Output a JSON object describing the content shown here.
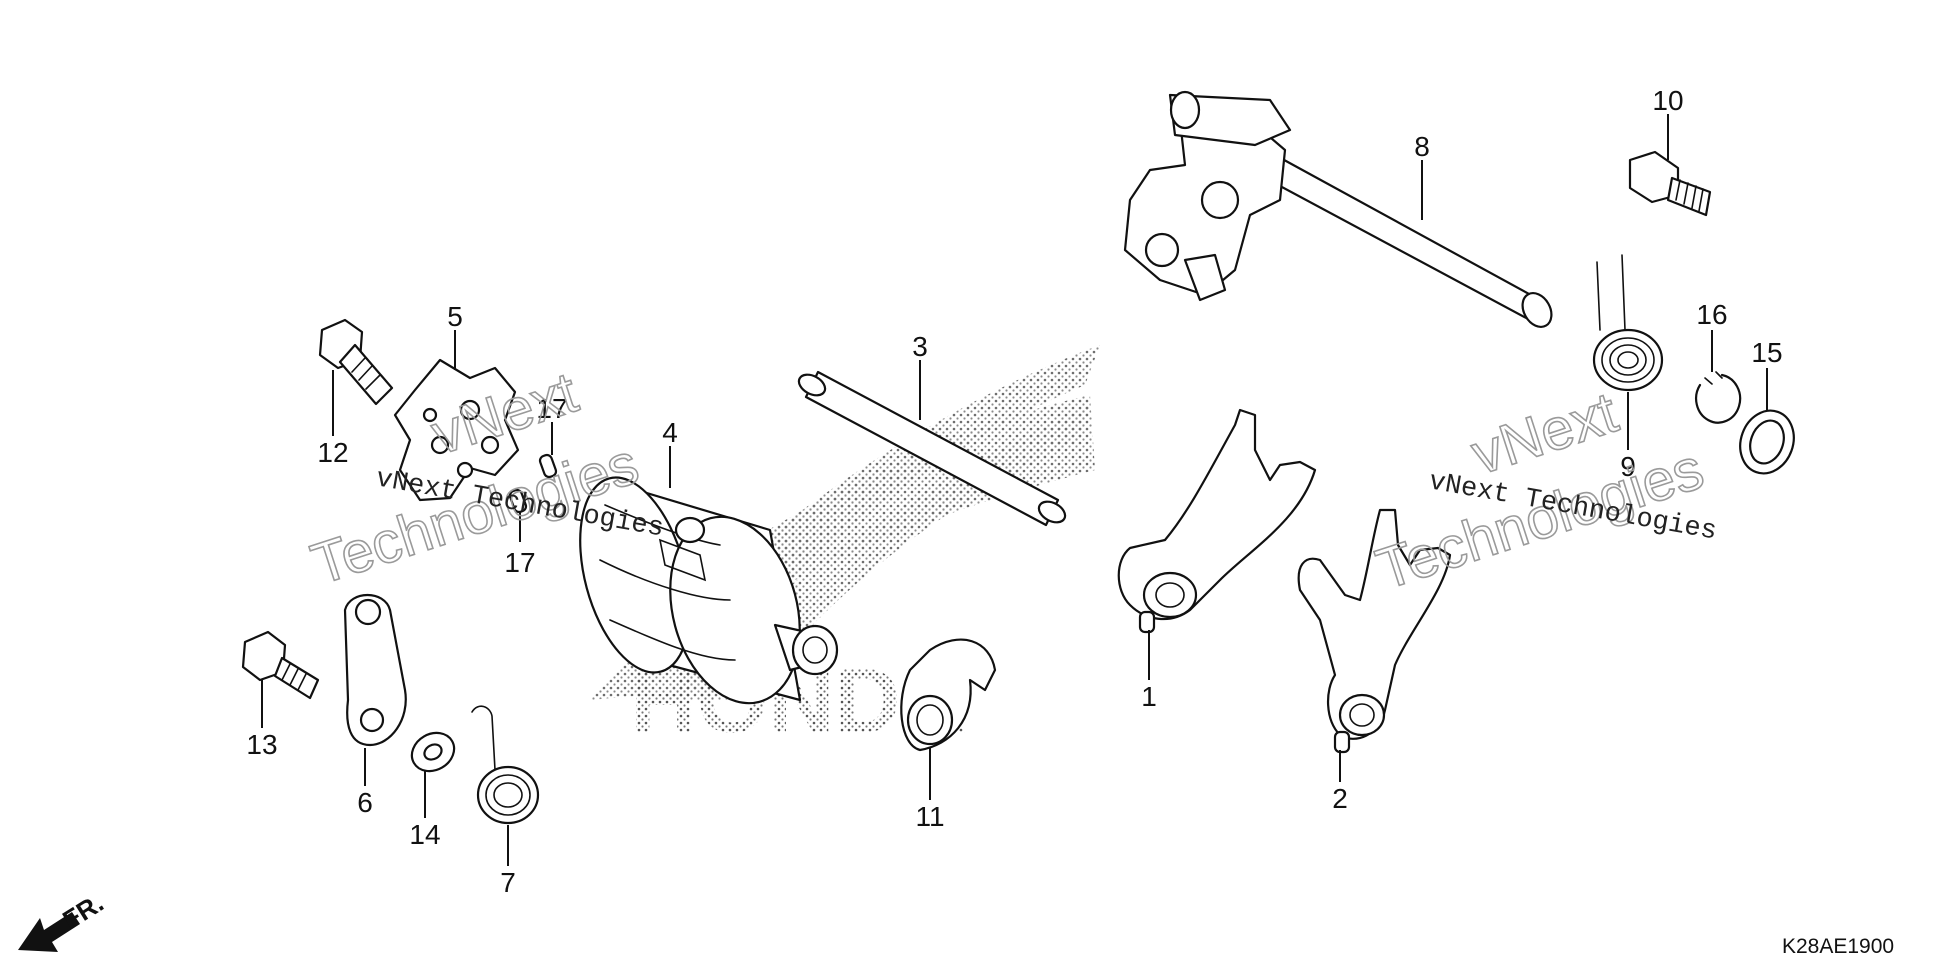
{
  "diagram": {
    "drawing_code": "K28AE1900",
    "direction_label": "FR.",
    "callouts": [
      {
        "id": "c1",
        "label": "1"
      },
      {
        "id": "c2",
        "label": "2"
      },
      {
        "id": "c3",
        "label": "3"
      },
      {
        "id": "c4",
        "label": "4"
      },
      {
        "id": "c5",
        "label": "5"
      },
      {
        "id": "c6",
        "label": "6"
      },
      {
        "id": "c7",
        "label": "7"
      },
      {
        "id": "c8",
        "label": "8"
      },
      {
        "id": "c9",
        "label": "9"
      },
      {
        "id": "c10",
        "label": "10"
      },
      {
        "id": "c11",
        "label": "11"
      },
      {
        "id": "c12",
        "label": "12"
      },
      {
        "id": "c13",
        "label": "13"
      },
      {
        "id": "c14",
        "label": "14"
      },
      {
        "id": "c15",
        "label": "15"
      },
      {
        "id": "c16",
        "label": "16"
      },
      {
        "id": "c17a",
        "label": "17"
      },
      {
        "id": "c17b",
        "label": "17"
      }
    ],
    "watermark": {
      "brand_line": "vNext Technologies",
      "word_vnext": "vNext",
      "word_technologies": "Technologies",
      "logo_word": "HONDA"
    }
  }
}
